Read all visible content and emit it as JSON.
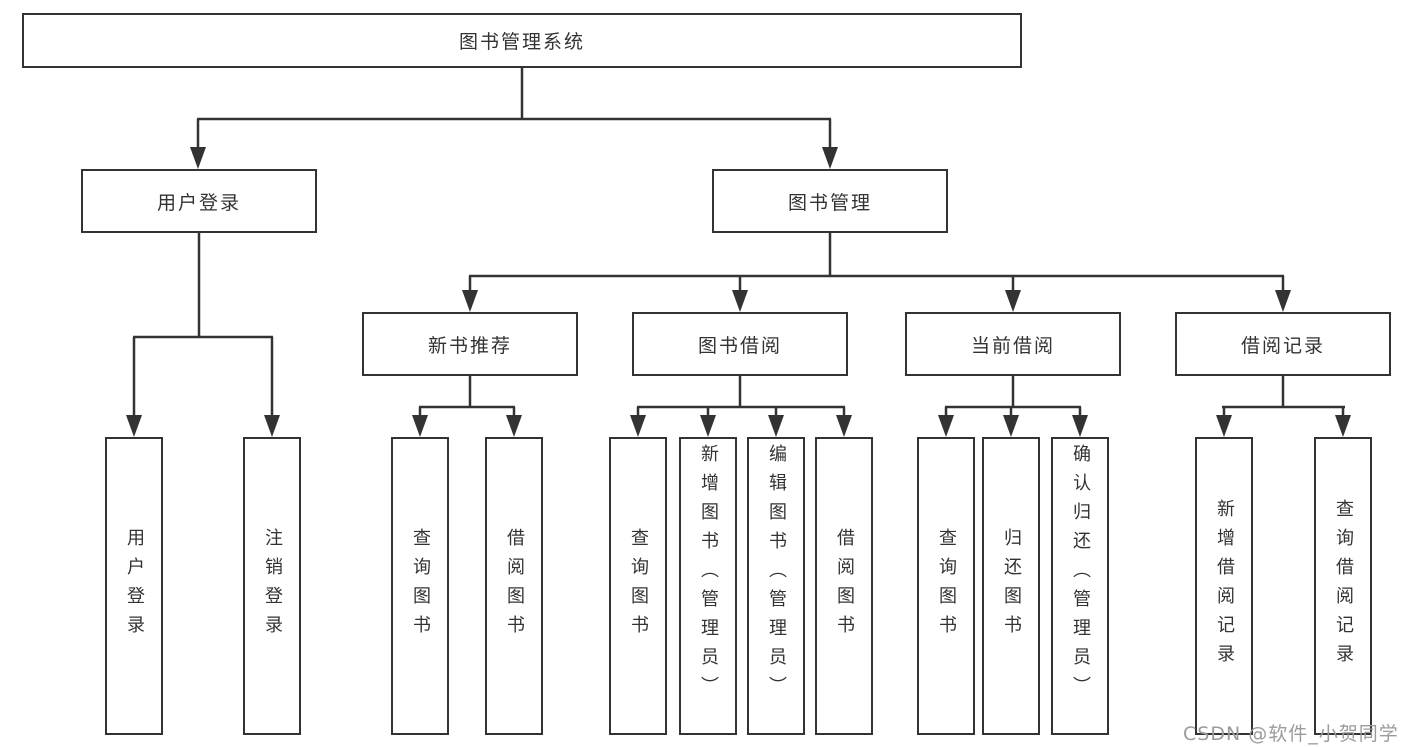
{
  "diagram": {
    "root": {
      "label": "图书管理系统"
    },
    "level2": [
      {
        "label": "用户登录"
      },
      {
        "label": "图书管理"
      }
    ],
    "level3": [
      {
        "label": "新书推荐"
      },
      {
        "label": "图书借阅"
      },
      {
        "label": "当前借阅"
      },
      {
        "label": "借阅记录"
      }
    ],
    "leaves": [
      {
        "label": "用户登录"
      },
      {
        "label": "注销登录"
      },
      {
        "label": "查询图书"
      },
      {
        "label": "借阅图书"
      },
      {
        "label": "查询图书"
      },
      {
        "label": "新增图书（管理员）"
      },
      {
        "label": "编辑图书（管理员）"
      },
      {
        "label": "借阅图书"
      },
      {
        "label": "查询图书"
      },
      {
        "label": "归还图书"
      },
      {
        "label": "确认归还（管理员）"
      },
      {
        "label": "新增借阅记录"
      },
      {
        "label": "查询借阅记录"
      }
    ],
    "watermark": "CSDN @软件_小贺同学",
    "colors": {
      "line": "#333333",
      "box_background": "#ffffff",
      "text": "#333333",
      "watermark_text": "#9b9b9b"
    }
  }
}
